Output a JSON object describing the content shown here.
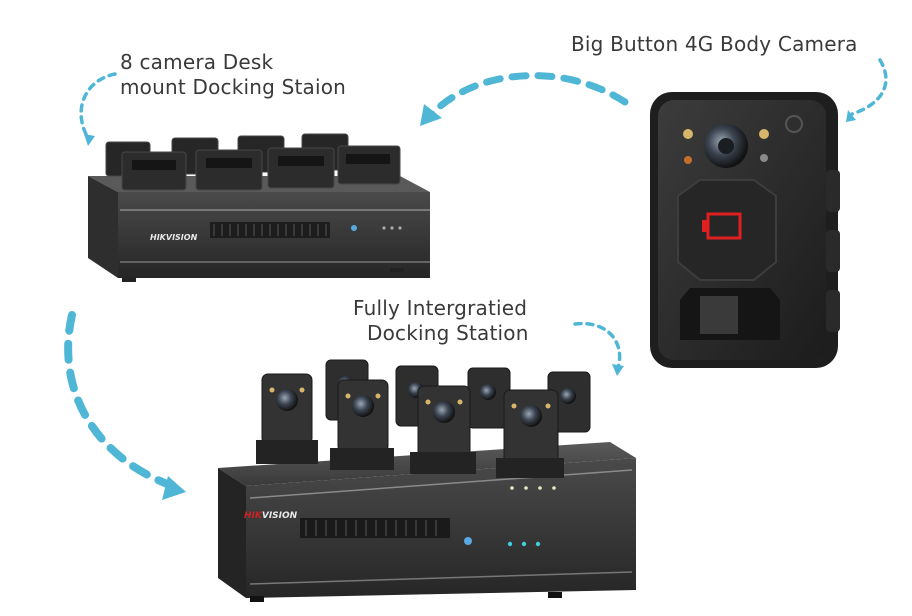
{
  "labels": {
    "desk_dock": [
      "8 camera Desk",
      "mount Docking Staion"
    ],
    "body_camera": "Big Button 4G Body Camera",
    "integrated_dock": [
      "Fully Intergratied",
      "Docking Station"
    ]
  },
  "brand": {
    "logo_text": "HIKVISION",
    "logo_accent": "#cc2222"
  },
  "colors": {
    "arrow": "#4fb6d6",
    "label": "#3a3a3a",
    "device_dark": "#2b2b2b",
    "camera_red": "#e02020"
  }
}
